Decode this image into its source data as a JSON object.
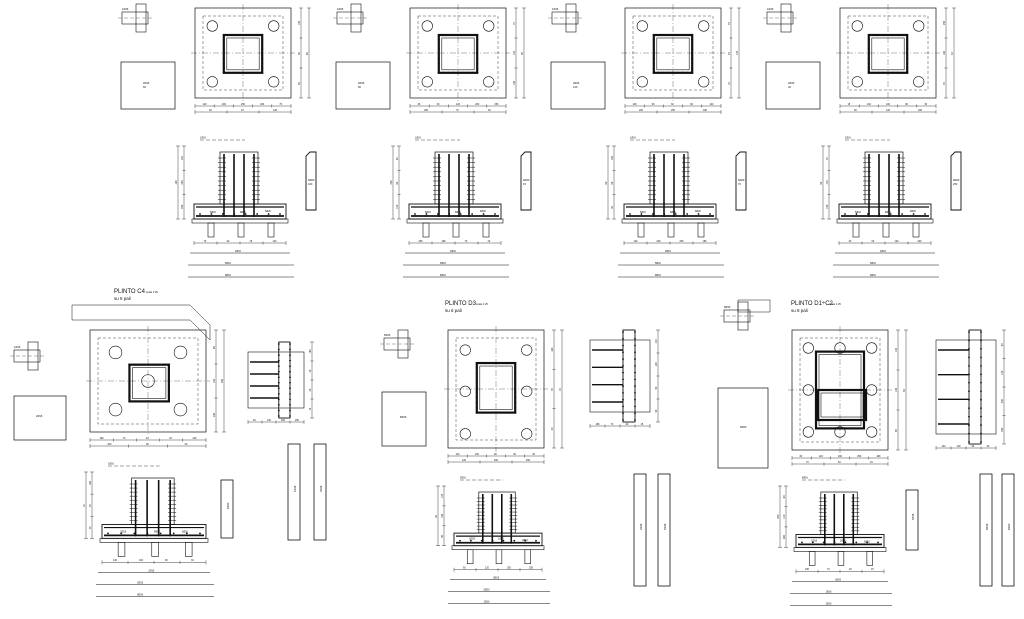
{
  "sheet": {
    "colors": {
      "ink": "#111111",
      "paper": "#ffffff",
      "rebar": "#222222"
    },
    "bottom_details": [
      {
        "title": "PLINTO C4",
        "scale": "scala 1:25",
        "subtitle": "su 5 pali"
      },
      {
        "title": "PLINTO D3",
        "scale": "scala 1:25",
        "subtitle": "su 6 pali"
      },
      {
        "title": "PLINTO D1÷C2",
        "scale": "scala 1:25",
        "subtitle": "su 8 pali"
      }
    ],
    "dimension_labels": [
      "60",
      "120",
      "200",
      "250",
      "180",
      "70",
      "40",
      "15",
      "140",
      "100",
      "90",
      "30"
    ],
    "rebar_labels": [
      "1Ø16",
      "2Ø16",
      "5Ø16",
      "8Ø16",
      "6Ø20"
    ]
  }
}
